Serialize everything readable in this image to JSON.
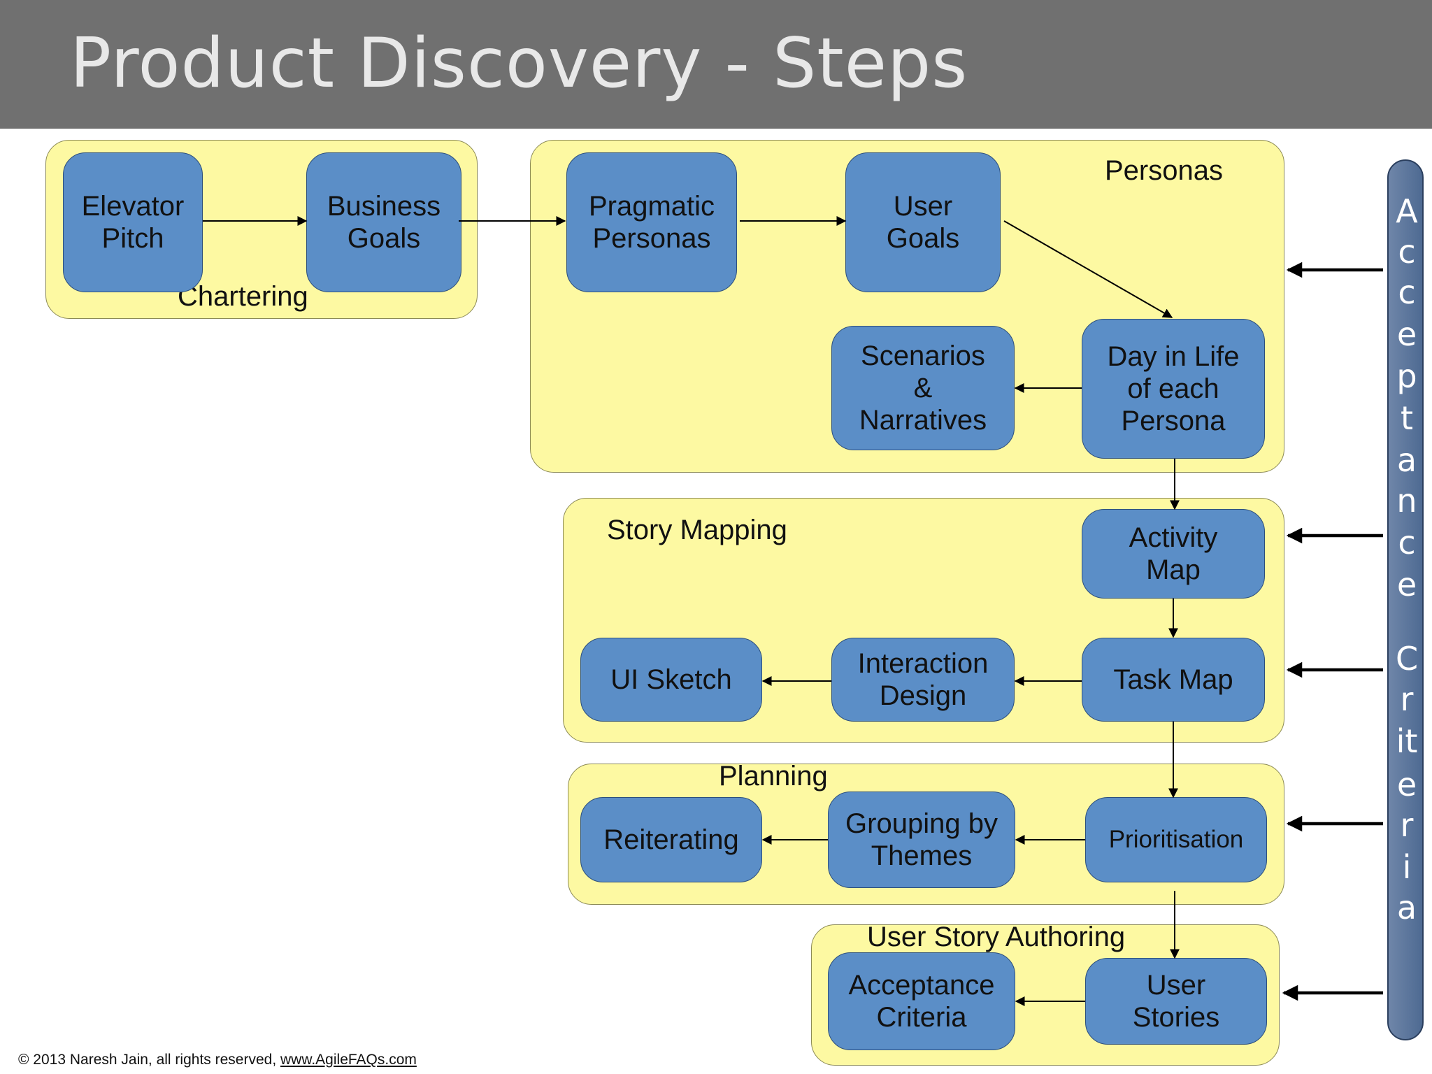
{
  "slide": {
    "title": "Product Discovery - Steps",
    "footer_text": "© 2013 Naresh Jain, all rights reserved, ",
    "footer_link": "www.AgileFAQs.com"
  },
  "groups": {
    "chartering": "Chartering",
    "personas": "Personas",
    "story_mapping": "Story Mapping",
    "planning": "Planning",
    "user_story_authoring": "User Story Authoring"
  },
  "nodes": {
    "elevator_pitch": "Elevator\nPitch",
    "business_goals": "Business\nGoals",
    "pragmatic_personas": "Pragmatic\nPersonas",
    "user_goals": "User\nGoals",
    "day_in_life": "Day in Life\nof each\nPersona",
    "scenarios": "Scenarios\n&\nNarratives",
    "activity_map": "Activity\nMap",
    "task_map": "Task Map",
    "interaction_design": "Interaction\nDesign",
    "ui_sketch": "UI Sketch",
    "prioritisation": "Prioritisation",
    "grouping_by_themes": "Grouping by\nThemes",
    "reiterating": "Reiterating",
    "user_stories": "User\nStories",
    "acceptance_criteria": "Acceptance\nCriteria"
  },
  "side_bar": {
    "letters": [
      "A",
      "c",
      "c",
      "e",
      "p",
      "t",
      "a",
      "n",
      "c",
      "e",
      "C",
      "r",
      "it",
      "e",
      "r",
      "i",
      "a"
    ]
  },
  "colors": {
    "header_bg": "#707070",
    "group_fill": "#fdf9a2",
    "node_fill": "#5b8ec7",
    "side_bar": "#5a7399"
  }
}
